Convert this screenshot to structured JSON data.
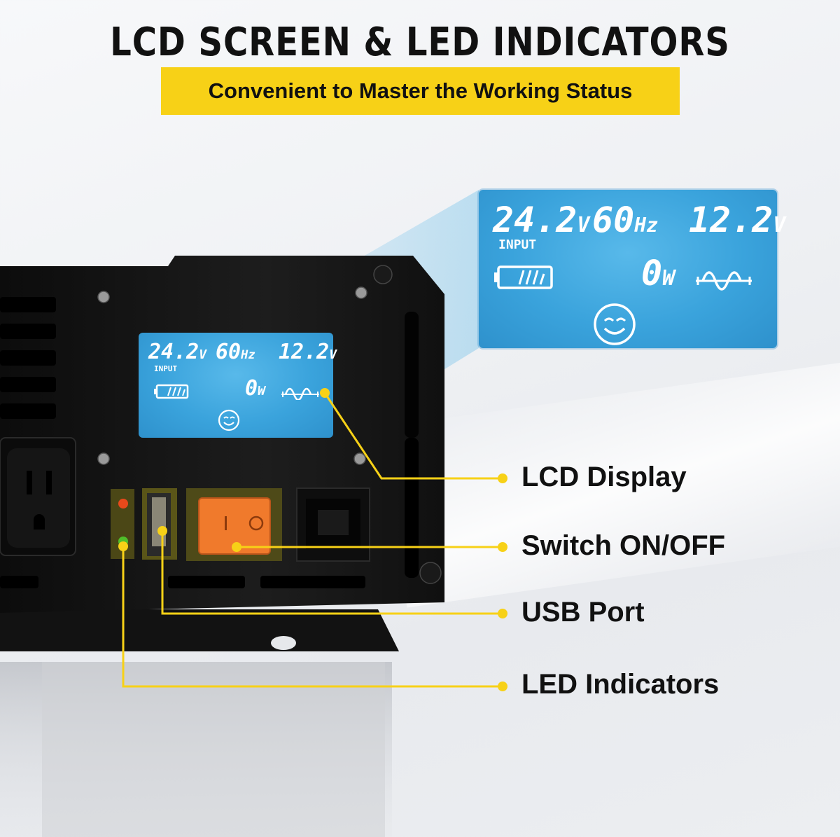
{
  "header": {
    "title": "LCD SCREEN & LED INDICATORS",
    "subtitle": "Convenient to Master the Working Status"
  },
  "lcd": {
    "input_voltage": "24.2",
    "voltage_unit": "V",
    "frequency": "60",
    "frequency_unit": "Hz",
    "output_voltage": "12.2",
    "input_label": "INPUT",
    "power": "0",
    "power_unit": "W"
  },
  "callouts": [
    {
      "label": "LCD Display"
    },
    {
      "label": "Switch ON/OFF"
    },
    {
      "label": "USB Port"
    },
    {
      "label": "LED Indicators"
    }
  ],
  "colors": {
    "accent_yellow": "#f7d117",
    "lcd_blue": "#3aa3dc",
    "switch_orange": "#f07a2c",
    "device_black": "#141414"
  }
}
